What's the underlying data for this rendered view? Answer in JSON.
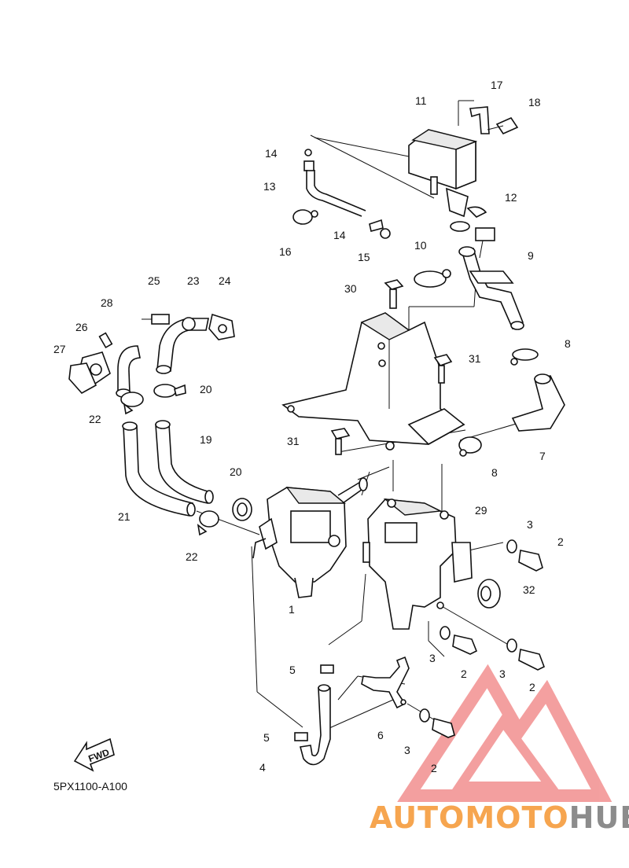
{
  "diagram_code": "5PX1100-A100",
  "fwd_label": "FWD",
  "watermark": {
    "part1": "AUTOMOTO",
    "part2": "HUB",
    "color1": "#f6a54f",
    "color2": "#8c8c8c",
    "triangle_color": "#f08080"
  },
  "callouts": [
    {
      "id": "c11",
      "label": "11"
    },
    {
      "id": "c17",
      "label": "17"
    },
    {
      "id": "c18",
      "label": "18"
    },
    {
      "id": "c14a",
      "label": "14"
    },
    {
      "id": "c13",
      "label": "13"
    },
    {
      "id": "c12",
      "label": "12"
    },
    {
      "id": "c14b",
      "label": "14"
    },
    {
      "id": "c16",
      "label": "16"
    },
    {
      "id": "c15",
      "label": "15"
    },
    {
      "id": "c10",
      "label": "10"
    },
    {
      "id": "c9",
      "label": "9"
    },
    {
      "id": "c25",
      "label": "25"
    },
    {
      "id": "c23",
      "label": "23"
    },
    {
      "id": "c24",
      "label": "24"
    },
    {
      "id": "c30",
      "label": "30"
    },
    {
      "id": "c28",
      "label": "28"
    },
    {
      "id": "c26",
      "label": "26"
    },
    {
      "id": "c27",
      "label": "27"
    },
    {
      "id": "c8a",
      "label": "8"
    },
    {
      "id": "c31a",
      "label": "31"
    },
    {
      "id": "c20a",
      "label": "20"
    },
    {
      "id": "c22a",
      "label": "22"
    },
    {
      "id": "c19",
      "label": "19"
    },
    {
      "id": "c31b",
      "label": "31"
    },
    {
      "id": "c7",
      "label": "7"
    },
    {
      "id": "c8b",
      "label": "8"
    },
    {
      "id": "c20b",
      "label": "20"
    },
    {
      "id": "c29",
      "label": "29"
    },
    {
      "id": "c21",
      "label": "21"
    },
    {
      "id": "c3a",
      "label": "3"
    },
    {
      "id": "c2a",
      "label": "2"
    },
    {
      "id": "c22b",
      "label": "22"
    },
    {
      "id": "c32",
      "label": "32"
    },
    {
      "id": "c1",
      "label": "1"
    },
    {
      "id": "c3b",
      "label": "3"
    },
    {
      "id": "c5a",
      "label": "5"
    },
    {
      "id": "c2b",
      "label": "2"
    },
    {
      "id": "c3c",
      "label": "3"
    },
    {
      "id": "c2c",
      "label": "2"
    },
    {
      "id": "c6",
      "label": "6"
    },
    {
      "id": "c5b",
      "label": "5"
    },
    {
      "id": "c3d",
      "label": "3"
    },
    {
      "id": "c2d",
      "label": "2"
    },
    {
      "id": "c4",
      "label": "4"
    }
  ]
}
